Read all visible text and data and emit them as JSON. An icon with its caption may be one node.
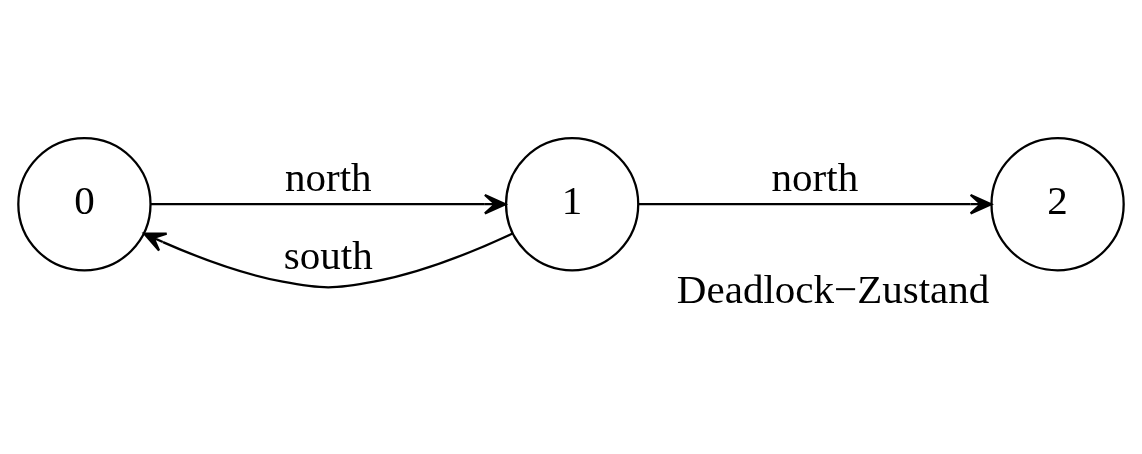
{
  "diagram": {
    "nodes": [
      {
        "text": [
          "0"
        ]
      },
      {
        "text": [
          "1"
        ]
      },
      {
        "text": [
          "2"
        ],
        "beside": [
          "Deadlock−Zustand"
        ]
      }
    ],
    "edges": [
      {
        "from": 0,
        "to": 1,
        "arrow": "to",
        "label": "north"
      },
      {
        "from": 1,
        "to": 2,
        "arrow": "to",
        "label": "north"
      },
      {
        "from": 1,
        "to": 0,
        "arrow": "to",
        "label": "south"
      }
    ]
  }
}
